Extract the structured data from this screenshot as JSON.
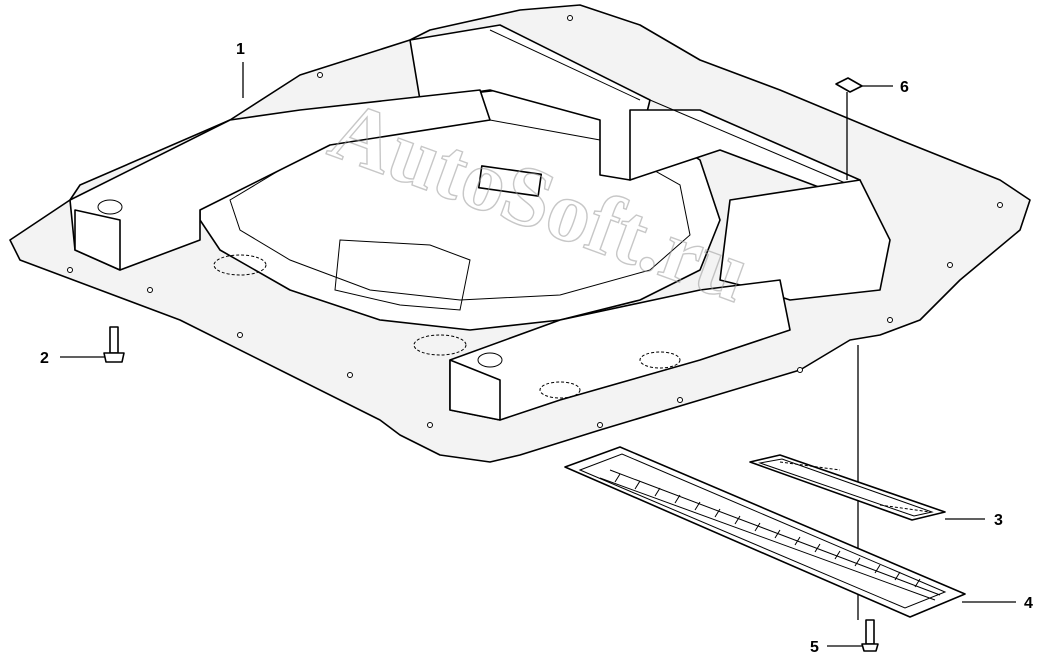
{
  "diagram": {
    "watermark_text": "AutoSoft.ru",
    "callouts": [
      {
        "id": "1",
        "label": "1"
      },
      {
        "id": "2",
        "label": "2"
      },
      {
        "id": "3",
        "label": "3"
      },
      {
        "id": "4",
        "label": "4"
      },
      {
        "id": "5",
        "label": "5"
      },
      {
        "id": "6",
        "label": "6"
      }
    ]
  }
}
